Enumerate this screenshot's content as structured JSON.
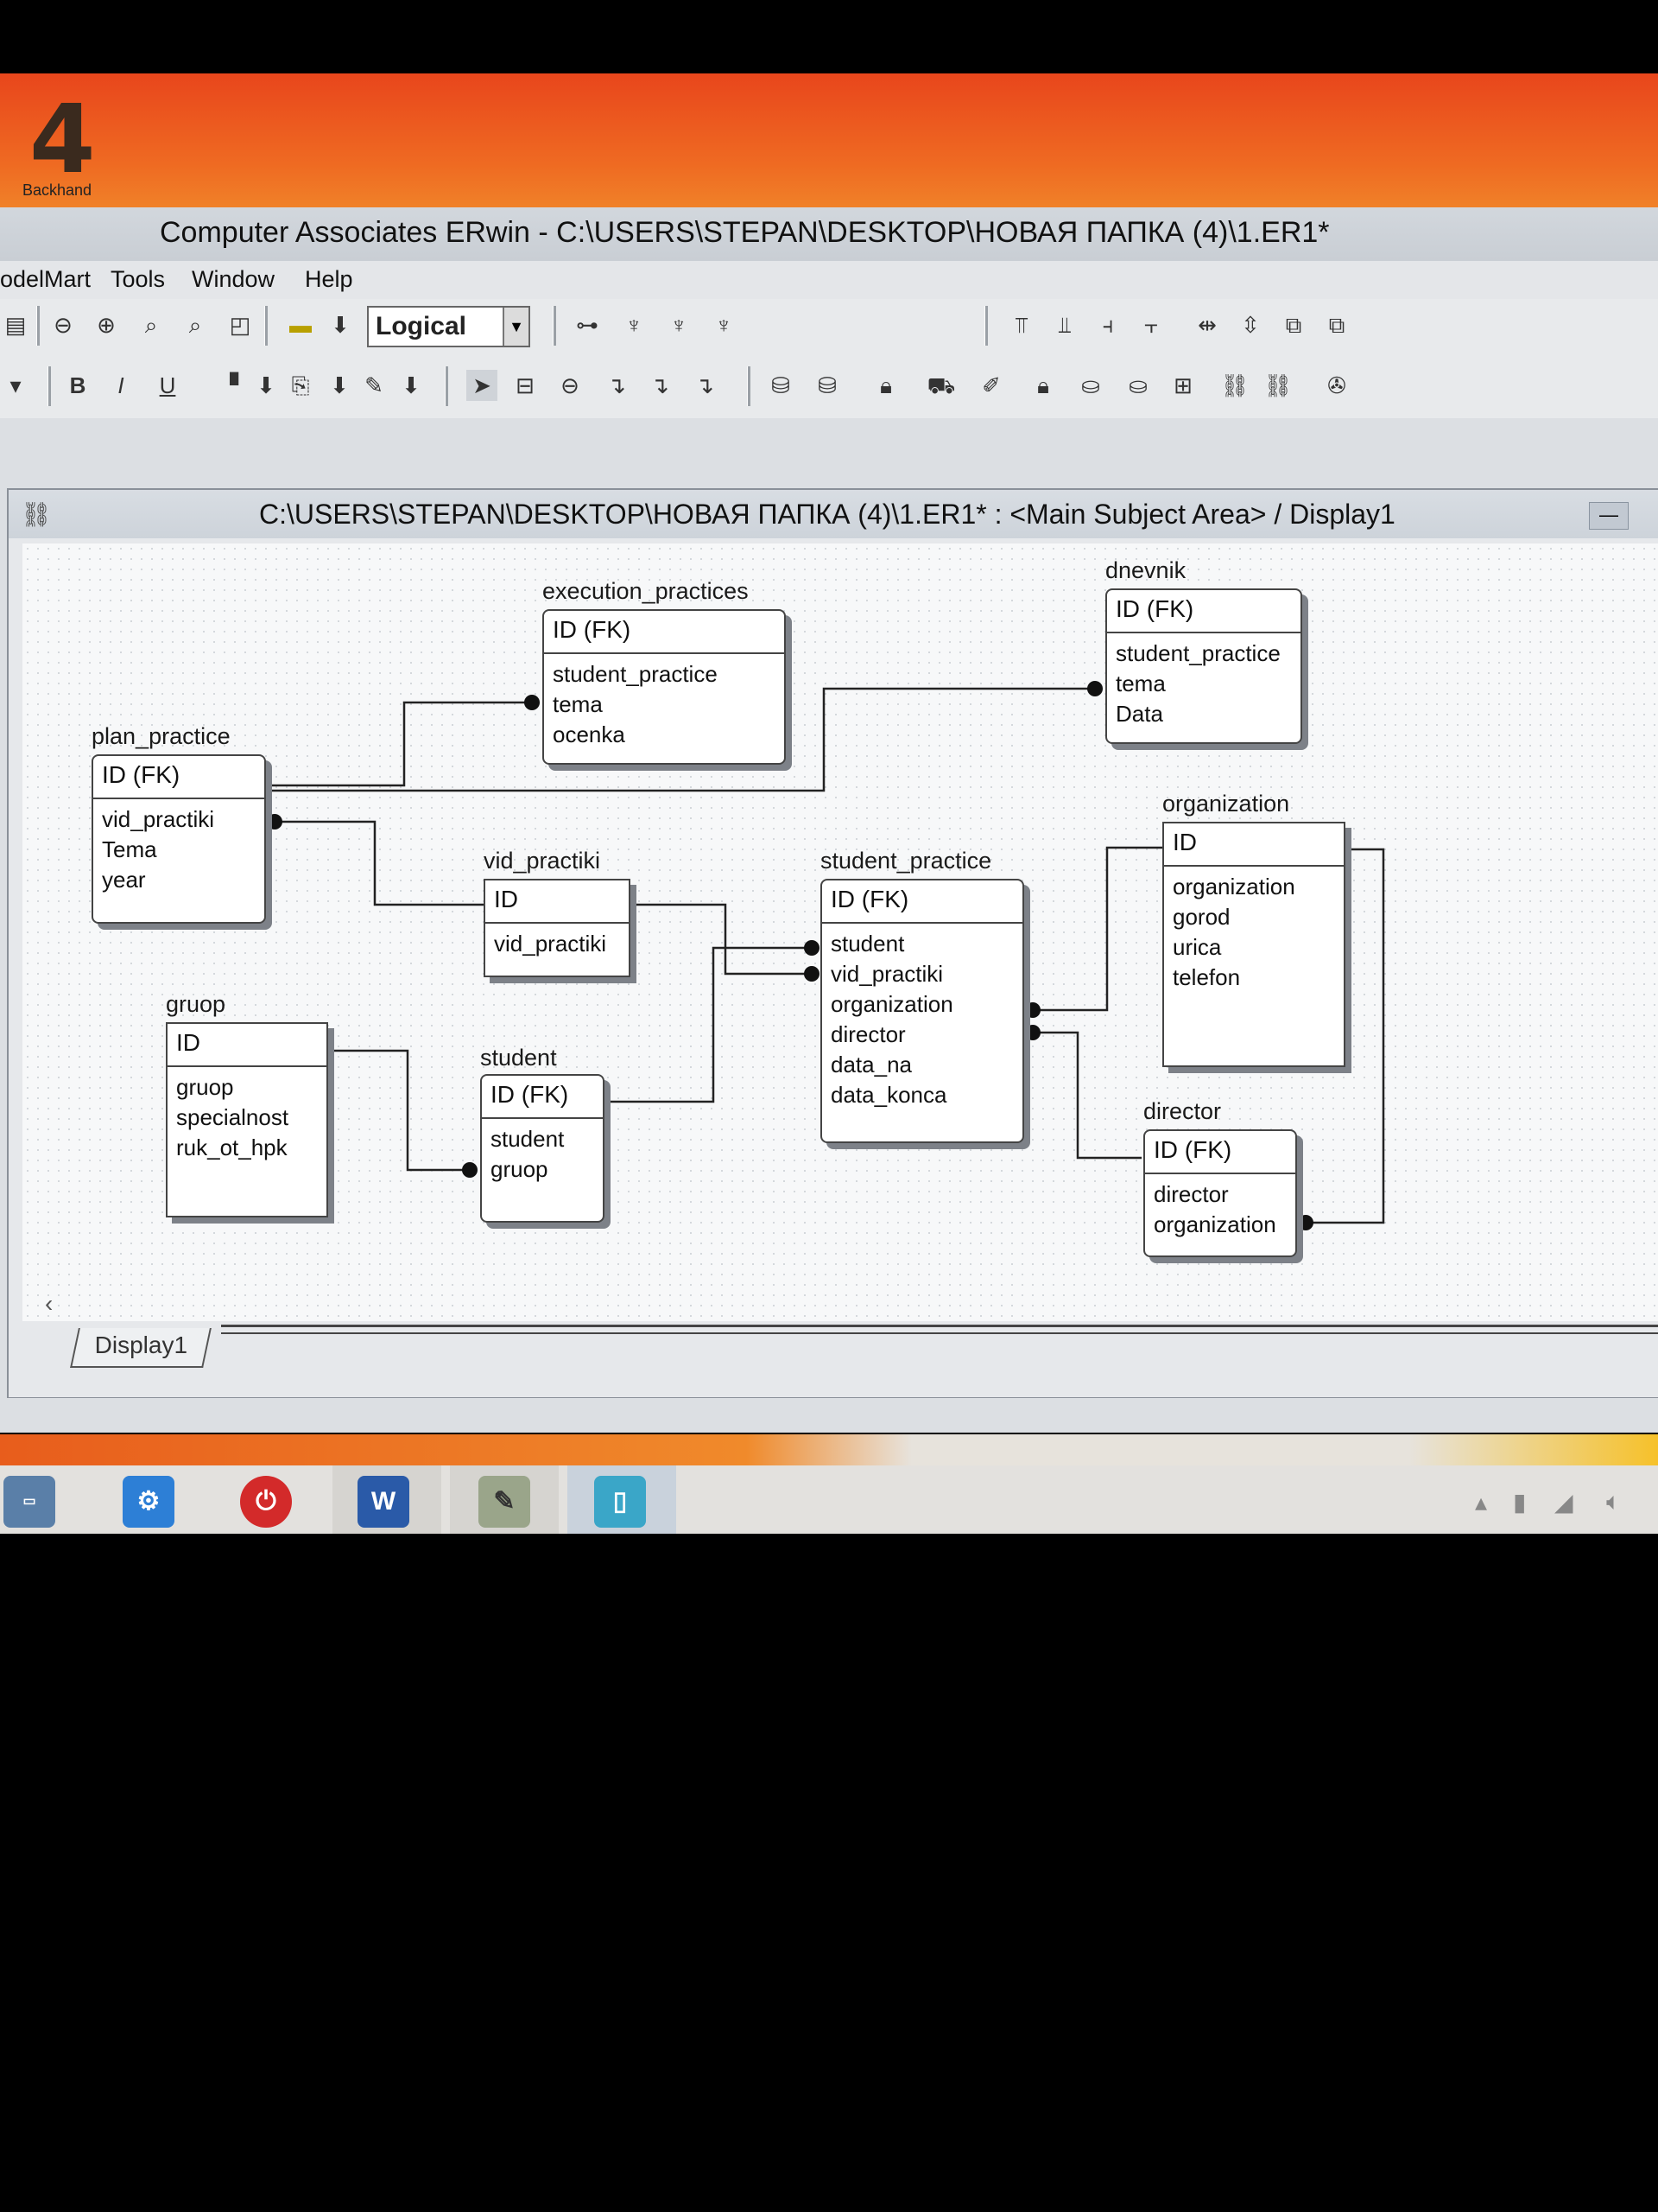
{
  "desktop": {
    "icon_label": "Backhand"
  },
  "app": {
    "title": "Computer Associates ERwin - C:\\USERS\\STEPAN\\DESKTOP\\НОВАЯ ПАПКА (4)\\1.ER1*",
    "menu": [
      "odelMart",
      "Tools",
      "Window",
      "Help"
    ],
    "toolbar": {
      "view_select": "Logical"
    }
  },
  "child_window": {
    "title": "C:\\USERS\\STEPAN\\DESKTOP\\НОВАЯ ПАПКА (4)\\1.ER1* : <Main Subject Area> / Display1",
    "tab": "Display1"
  },
  "entities": {
    "execution_practices": {
      "name": "execution_practices",
      "pk": "ID (FK)",
      "attrs": [
        "student_practice",
        "tema",
        "ocenka"
      ]
    },
    "dnevnik": {
      "name": "dnevnik",
      "pk": "ID (FK)",
      "attrs": [
        "student_practice",
        "tema",
        "Data"
      ]
    },
    "plan_practice": {
      "name": "plan_practice",
      "pk": "ID (FK)",
      "attrs": [
        "vid_practiki",
        "Tema",
        "year"
      ]
    },
    "vid_practiki": {
      "name": "vid_practiki",
      "pk": "ID",
      "attrs": [
        "vid_practiki"
      ]
    },
    "student_practice": {
      "name": "student_practice",
      "pk": "ID (FK)",
      "attrs": [
        "student",
        "vid_practiki",
        "organization",
        "director",
        "data_na",
        "data_konca"
      ]
    },
    "organization": {
      "name": "organization",
      "pk": "ID",
      "attrs": [
        "organization",
        "gorod",
        "urica",
        "telefon"
      ]
    },
    "gruop": {
      "name": "gruop",
      "pk": "ID",
      "attrs": [
        "gruop",
        "specialnost",
        "ruk_ot_hpk"
      ]
    },
    "student": {
      "name": "student",
      "pk": "ID (FK)",
      "attrs": [
        "student",
        "gruop"
      ]
    },
    "director": {
      "name": "director",
      "pk": "ID (FK)",
      "attrs": [
        "director",
        "organization"
      ]
    }
  },
  "colors": {
    "desktop_orange": "#e8461c",
    "line": "#222222"
  }
}
